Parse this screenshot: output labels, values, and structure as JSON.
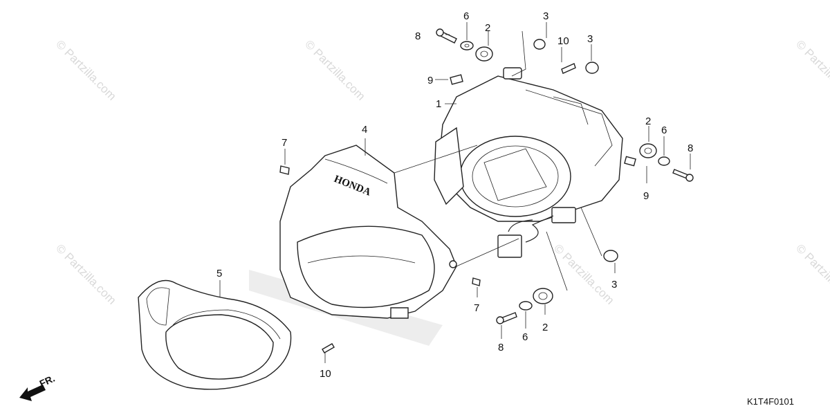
{
  "diagram": {
    "figure_code": "K1T4F0101",
    "direction_label": "FR.",
    "brand_text": "HONDA",
    "watermark_text": "© Partzilla.com",
    "callouts": [
      {
        "id": "1",
        "label": "1"
      },
      {
        "id": "2a",
        "label": "2"
      },
      {
        "id": "2b",
        "label": "2"
      },
      {
        "id": "2c",
        "label": "2"
      },
      {
        "id": "3a",
        "label": "3"
      },
      {
        "id": "3b",
        "label": "3"
      },
      {
        "id": "3c",
        "label": "3"
      },
      {
        "id": "4",
        "label": "4"
      },
      {
        "id": "5",
        "label": "5"
      },
      {
        "id": "6a",
        "label": "6"
      },
      {
        "id": "6b",
        "label": "6"
      },
      {
        "id": "6c",
        "label": "6"
      },
      {
        "id": "7a",
        "label": "7"
      },
      {
        "id": "7b",
        "label": "7"
      },
      {
        "id": "8a",
        "label": "8"
      },
      {
        "id": "8b",
        "label": "8"
      },
      {
        "id": "8c",
        "label": "8"
      },
      {
        "id": "9a",
        "label": "9"
      },
      {
        "id": "9b",
        "label": "9"
      },
      {
        "id": "10a",
        "label": "10"
      },
      {
        "id": "10b",
        "label": "10"
      }
    ]
  }
}
